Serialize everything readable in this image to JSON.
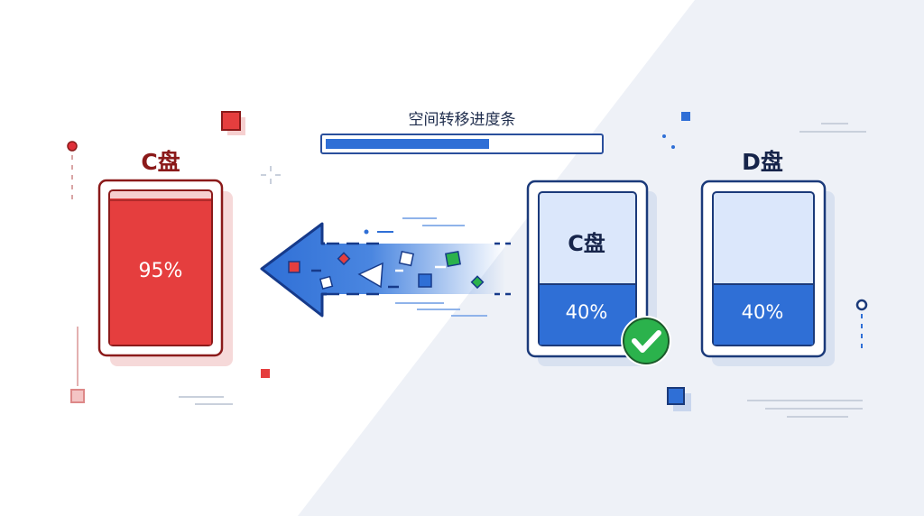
{
  "progress": {
    "title": "空间转移进度条",
    "value": 0.6
  },
  "source_drive": {
    "title": "C盘",
    "usage_label": "95%",
    "usage_fraction": 0.95
  },
  "migrated_drive": {
    "title": "C盘",
    "usage_label": "40%",
    "usage_fraction": 0.4
  },
  "target_drive": {
    "title": "D盘",
    "usage_label": "40%",
    "usage_fraction": 0.4
  },
  "icons": {
    "transfer": "left-arrow-icon",
    "done": "check-circle-icon"
  },
  "colors": {
    "danger": "#e53e3e",
    "danger_dark": "#8b1a1a",
    "primary": "#2f6fd6",
    "primary_dark": "#1b3a7a",
    "success": "#2bb24c",
    "panel_light": "#dbe7fb"
  }
}
